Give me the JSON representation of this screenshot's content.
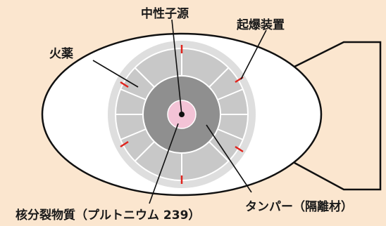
{
  "labels": {
    "neutron_source": "中性子源",
    "detonator": "起爆装置",
    "explosive": "火薬",
    "tamper": "タンパー（隔離材）",
    "fissile_material": "核分裂物質（プルトニウム 239）"
  },
  "colors": {
    "background": "#fbe6cf",
    "casing_fill": "#ffffff",
    "explosive_fill": "#dedede",
    "lens_fill": "#c8c8c8",
    "tamper_fill": "#8f8f8f",
    "pit_fill": "#f3c3d6",
    "detonator_marks": "#e0231c",
    "lines": "#111111"
  }
}
